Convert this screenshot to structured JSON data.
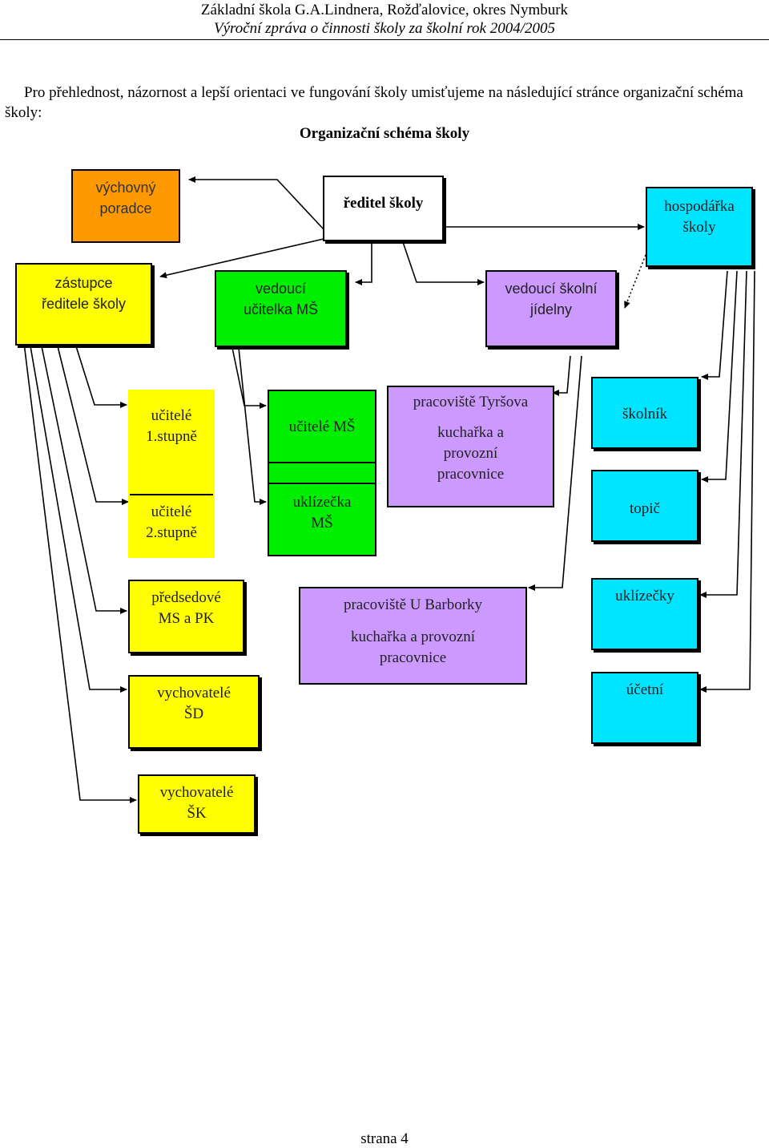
{
  "header": {
    "line1": "Základní škola G.A.Lindnera, Rožďalovice, okres Nymburk",
    "line2": "Výroční zpráva o činnosti školy za školní rok 2004/2005"
  },
  "intro_text": "Pro přehlednost, názornost a lepší orientaci ve fungování školy umisťujeme na následující stránce organizační schéma školy:",
  "diagram": {
    "title": "Organizační schéma školy",
    "nodes": {
      "vychovny_poradce": "výchovný\nporadce",
      "reditel": "ředitel školy",
      "hospodarka": "hospodářka\nškoly",
      "zastupce": "zástupce\nředitele školy",
      "vedouci_ms": "vedoucí\nučitelka  MŠ",
      "vedouci_jidelny": "vedoucí školní\njídelny",
      "ucitele_1": "učitelé\n1.stupně",
      "ucitele_2": "učitelé\n2.stupně",
      "ucitele_ms": "učitelé MŠ",
      "uklizecka_ms": "uklízečka\nMŠ",
      "tyrsova_title": "pracoviště Tyršova",
      "tyrsova_staff": "kuchařka a\nprovozní\npracovnice",
      "skolnik": "školník",
      "topic": "topič",
      "predsedove": "předsedové\nMS a PK",
      "vychovatele_sd": "vychovatelé\nŠD",
      "barborky_title": "pracoviště U Barborky",
      "barborky_staff": "kuchařka a provozní\npracovnice",
      "uklizecky": "uklízečky",
      "ucetni": "účetní",
      "vychovatele_sk": "vychovatelé\nŠK"
    }
  },
  "footer": {
    "page": "strana 4"
  },
  "colors": {
    "orange": "#ff9900",
    "cyan": "#00e5ff",
    "yellow": "#ffff00",
    "green": "#00ee00",
    "violet": "#cc99ff"
  }
}
